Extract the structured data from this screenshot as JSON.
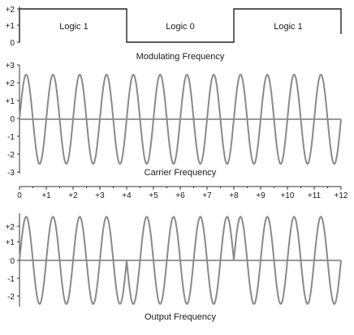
{
  "modulating": {
    "label": "Modulating Frequency",
    "y_ticks": [
      "+2",
      "+1",
      "0"
    ],
    "segments": [
      {
        "label": "Logic 1",
        "level": 1,
        "t_start": 0,
        "t_end": 4
      },
      {
        "label": "Logic 0",
        "level": 0,
        "t_start": 4,
        "t_end": 8
      },
      {
        "label": "Logic 1",
        "level": 1,
        "t_start": 8,
        "t_end": 12
      }
    ]
  },
  "carrier": {
    "label": "Carrier Frequency",
    "y_ticks": [
      "+3",
      "+2",
      "+1",
      "0",
      "-1",
      "-2",
      "-3"
    ],
    "amplitude": 2.5,
    "cycles": 12
  },
  "time_axis": {
    "ticks": [
      "0",
      "+1",
      "+2",
      "+3",
      "+4",
      "+5",
      "+6",
      "+7",
      "+8",
      "+9",
      "+10",
      "+11",
      "+12"
    ]
  },
  "output": {
    "label": "Output Frequency",
    "y_ticks": [
      "+2",
      "+1",
      "0",
      "-1",
      "-2"
    ],
    "amplitude": 2.5,
    "cycles": 12,
    "phase_flip_intervals": [
      [
        4,
        8
      ]
    ]
  },
  "colors": {
    "wave": "#8a8a8a",
    "axis": "#333333",
    "square": "#222222"
  }
}
